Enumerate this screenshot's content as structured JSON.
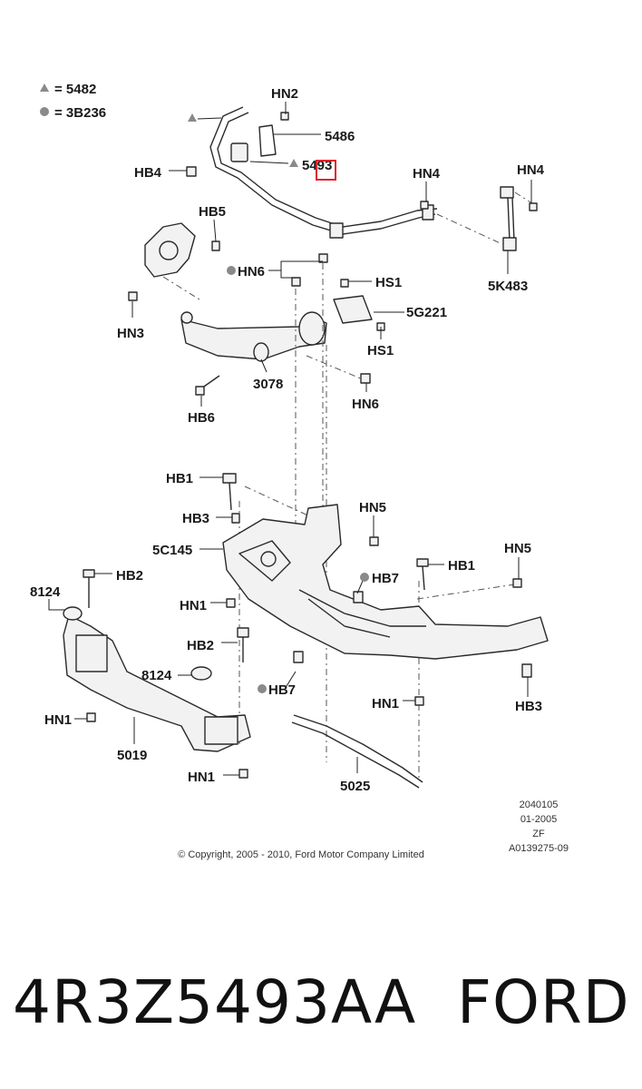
{
  "legend": [
    {
      "symbol": "triangle",
      "text": "= 5482"
    },
    {
      "symbol": "circle",
      "text": "= 3B236"
    }
  ],
  "labels": {
    "hn2": "HN2",
    "p5486": "5486",
    "p5493": "5493",
    "hb4": "HB4",
    "hn4a": "HN4",
    "hn4b": "HN4",
    "hb5": "HB5",
    "hn6a": "HN6",
    "hs1a": "HS1",
    "p5g221": "5G221",
    "hs1b": "HS1",
    "p5k483": "5K483",
    "hn3": "HN3",
    "p3078": "3078",
    "hn6b": "HN6",
    "hb6": "HB6",
    "hb1a": "HB1",
    "hb3a": "HB3",
    "hn5a": "HN5",
    "p5c145": "5C145",
    "hb2a": "HB2",
    "hb1b": "HB1",
    "hn5b": "HN5",
    "p8124a": "8124",
    "hb7a": "HB7",
    "hn1a": "HN1",
    "hb2b": "HB2",
    "p8124b": "8124",
    "hb7b": "HB7",
    "hn1b": "HN1",
    "hb3b": "HB3",
    "hn1c": "HN1",
    "p5019": "5019",
    "hn1d": "HN1",
    "p5025": "5025"
  },
  "metadata_block": [
    "2040105",
    "01-2005",
    "ZF",
    "A0139275-09"
  ],
  "copyright": "© Copyright, 2005 - 2010, Ford Motor Company Limited",
  "footer": {
    "part_number": "4R3Z5493AA",
    "brand": "FORD"
  },
  "colors": {
    "highlight": "#e0202b",
    "ink": "#1a1a1a",
    "legend_symbol": "#8a8a8a"
  }
}
